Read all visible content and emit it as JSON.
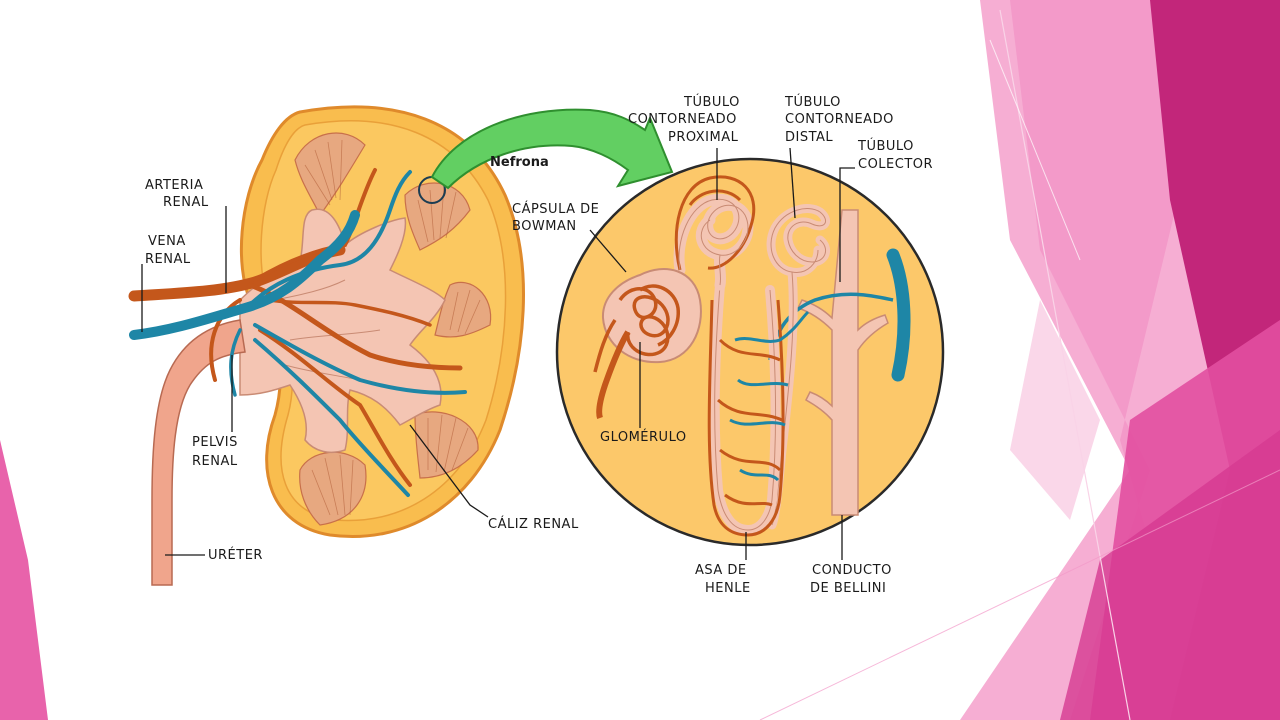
{
  "colors": {
    "background": "#ffffff",
    "pink_dark": "#c2267a",
    "pink_mid": "#e24fa0",
    "pink_light": "#f39ac9",
    "pink_pale": "#f9d3e7",
    "kidney_fill": "#f9bd4e",
    "kidney_edge": "#df8a2b",
    "circle_fill": "#fcc86a",
    "artery": "#c4571b",
    "vein": "#1e86a6",
    "pelvis": "#f4c5b3",
    "arrow": "#62cf62"
  },
  "labels": {
    "arteria_renal": [
      "ARTERIA",
      "RENAL"
    ],
    "vena_renal": [
      "VENA",
      "RENAL"
    ],
    "pelvis_renal": [
      "PELVIS",
      "RENAL"
    ],
    "ureter": "URÉTER",
    "caliz_renal": "CÁLIZ RENAL",
    "nefrona": "Nefrona",
    "capsula_bowman": [
      "CÁPSULA DE",
      "BOWMAN"
    ],
    "glomerulo": "GLOMÉRULO",
    "tubulo_proximal": [
      "TÚBULO",
      "CONTORNEADO",
      "PROXIMAL"
    ],
    "tubulo_distal": [
      "TÚBULO",
      "CONTORNEADO",
      "DISTAL"
    ],
    "tubulo_colector": [
      "TÚBULO",
      "COLECTOR"
    ],
    "asa_henle": [
      "ASA DE",
      "HENLE"
    ],
    "conducto_bellini": [
      "CONDUCTO",
      "DE BELLINI"
    ]
  }
}
